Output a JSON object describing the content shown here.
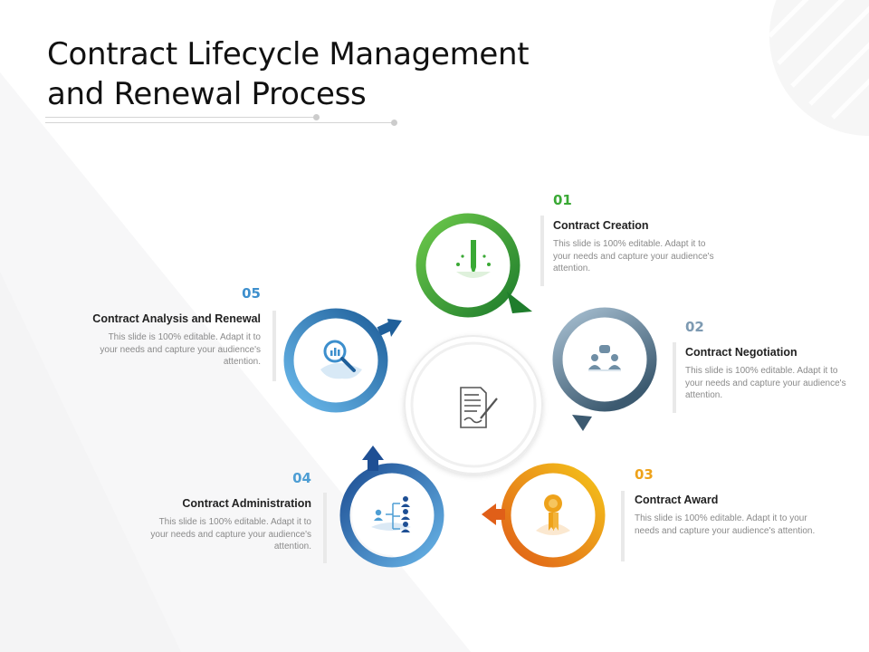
{
  "title": {
    "line1": "Contract Lifecycle Management",
    "line2": "and Renewal Process"
  },
  "center": {
    "icon": "contract-signing-icon"
  },
  "steps": [
    {
      "number": "01",
      "heading": "Contract Creation",
      "description": "This slide is 100% editable. Adapt it to your needs and capture your audience's attention.",
      "icon": "pencil-icon",
      "color": "#3aa935"
    },
    {
      "number": "02",
      "heading": "Contract Negotiation",
      "description": "This slide is 100% editable. Adapt it to your needs and capture your audience's attention.",
      "icon": "negotiation-people-icon",
      "color": "#6f8ea5"
    },
    {
      "number": "03",
      "heading": "Contract Award",
      "description": "This slide is 100% editable. Adapt it to your needs and capture your audience's attention.",
      "icon": "award-ribbon-icon",
      "color": "#eea21a"
    },
    {
      "number": "04",
      "heading": "Contract Administration",
      "description": "This slide is 100% editable. Adapt it to your needs and capture your audience's attention.",
      "icon": "org-chart-icon",
      "color": "#4e9ed4"
    },
    {
      "number": "05",
      "heading": "Contract Analysis and Renewal",
      "description": "This slide is 100% editable. Adapt it to your needs and capture your audience's attention.",
      "icon": "magnify-chart-icon",
      "color": "#3d8fcd"
    }
  ]
}
